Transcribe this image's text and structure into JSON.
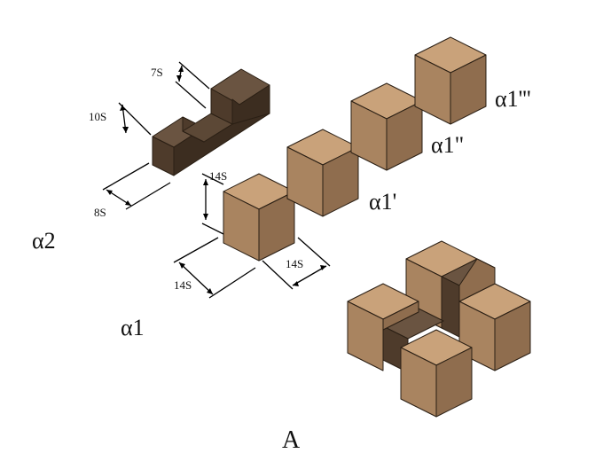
{
  "labels": {
    "alpha2": "α2",
    "alpha1": "α1",
    "alpha1_prime": "α1'",
    "alpha1_double_prime": "α1\"",
    "alpha1_triple_prime": "α1'''",
    "caption": "A"
  },
  "dimensions": {
    "d7": "7S",
    "d10": "10S",
    "d8": "8S",
    "d14_vertical": "14S",
    "d14_left": "14S",
    "d14_right": "14S"
  },
  "colors": {
    "light_wood_top": "#c9a27a",
    "light_wood_left": "#a98460",
    "light_wood_right": "#8f6d4e",
    "dark_wood_top": "#6a5441",
    "dark_wood_left": "#4e3b2b",
    "dark_wood_right": "#3c2d20"
  }
}
